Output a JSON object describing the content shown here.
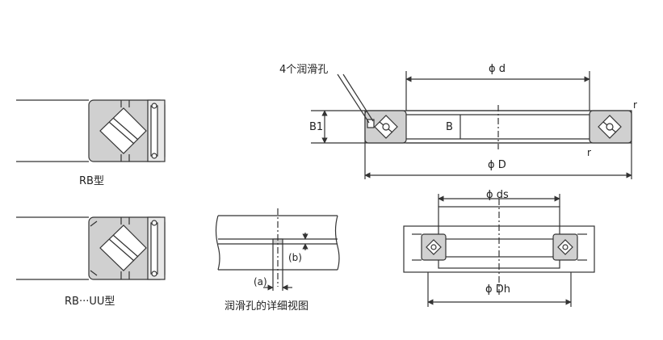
{
  "labels": {
    "rb_type": "RB型",
    "rb_uu_type": "RB···UU型",
    "lube_hole_detail": "润滑孔的详细视图",
    "four_lube_holes": "4个润滑孔",
    "d": "ϕ d",
    "D": "ϕ D",
    "ds": "ϕ ds",
    "Dh": "ϕ Dh",
    "B": "B",
    "B1": "B1",
    "r_top": "r",
    "r_bottom": "r",
    "a": "(a)",
    "b": "(b)"
  },
  "colors": {
    "line": "#333333",
    "hatch_fill": "#d0d0d0",
    "roller_fill": "#ffffff"
  }
}
